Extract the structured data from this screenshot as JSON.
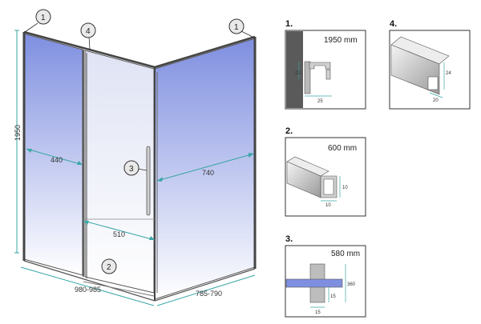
{
  "colors": {
    "glass_top": "#7f8fe0",
    "glass_bottom": "#ffffff",
    "dimension_line": "#3aa6a6",
    "frame": "#555555",
    "wall": "#5a5a5a",
    "callout_fill": "#e9e9e9"
  },
  "main_drawing": {
    "height_label": "1950",
    "left_width_label": "440",
    "right_width_label": "740",
    "sliding_width_label": "510",
    "front_range_label": "980-985",
    "side_range_label": "785-790",
    "callouts": [
      "1",
      "4",
      "1",
      "3",
      "2"
    ]
  },
  "details": [
    {
      "number": "1.",
      "length": "1950 mm",
      "dims": [
        "22",
        "25"
      ]
    },
    {
      "number": "2.",
      "length": "600 mm",
      "dims": [
        "10",
        "10"
      ]
    },
    {
      "number": "3.",
      "length": "580 mm",
      "dims": [
        "360",
        "15",
        "15"
      ]
    },
    {
      "number": "4.",
      "length": "",
      "dims": [
        "24",
        "20"
      ]
    }
  ]
}
